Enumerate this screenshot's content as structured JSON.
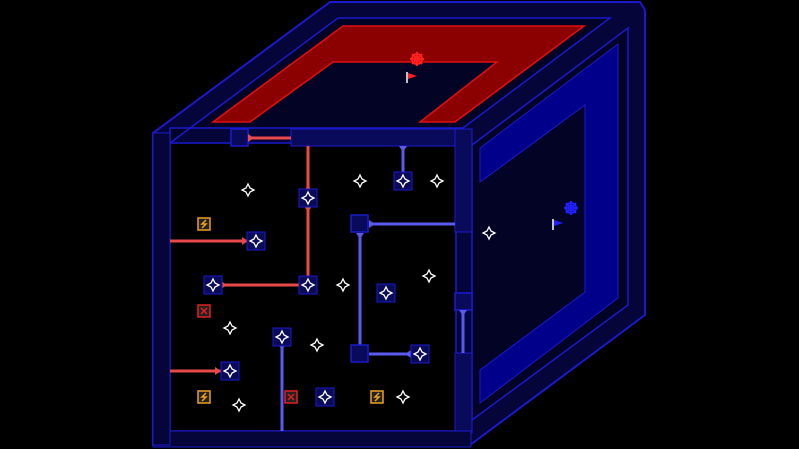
{
  "game": {
    "theme": {
      "background": "#000000",
      "frame_outline": "#1a1acc",
      "frame_fill": "#05053a",
      "wall_fill": "#0a0a5a",
      "red_face": "#8b0000",
      "red_face_outline": "#e01010",
      "blue_face": "#00008b",
      "red_beam": "#e84a4a",
      "blue_beam": "#5a5aee",
      "star_outline": "#ffffff",
      "lightning_tile": "#f0a020",
      "cross_tile": "#e02020"
    },
    "faces": {
      "top": {
        "color": "red",
        "marker_flag": "red-flag-icon",
        "marker_gear": "red-gear-icon"
      },
      "right": {
        "color": "blue",
        "marker_flag": "blue-flag-icon",
        "marker_gear": "blue-gear-icon"
      },
      "front": {
        "color": "dark"
      }
    },
    "pickups": {
      "lightning_count": 3,
      "cross_count": 2
    }
  }
}
